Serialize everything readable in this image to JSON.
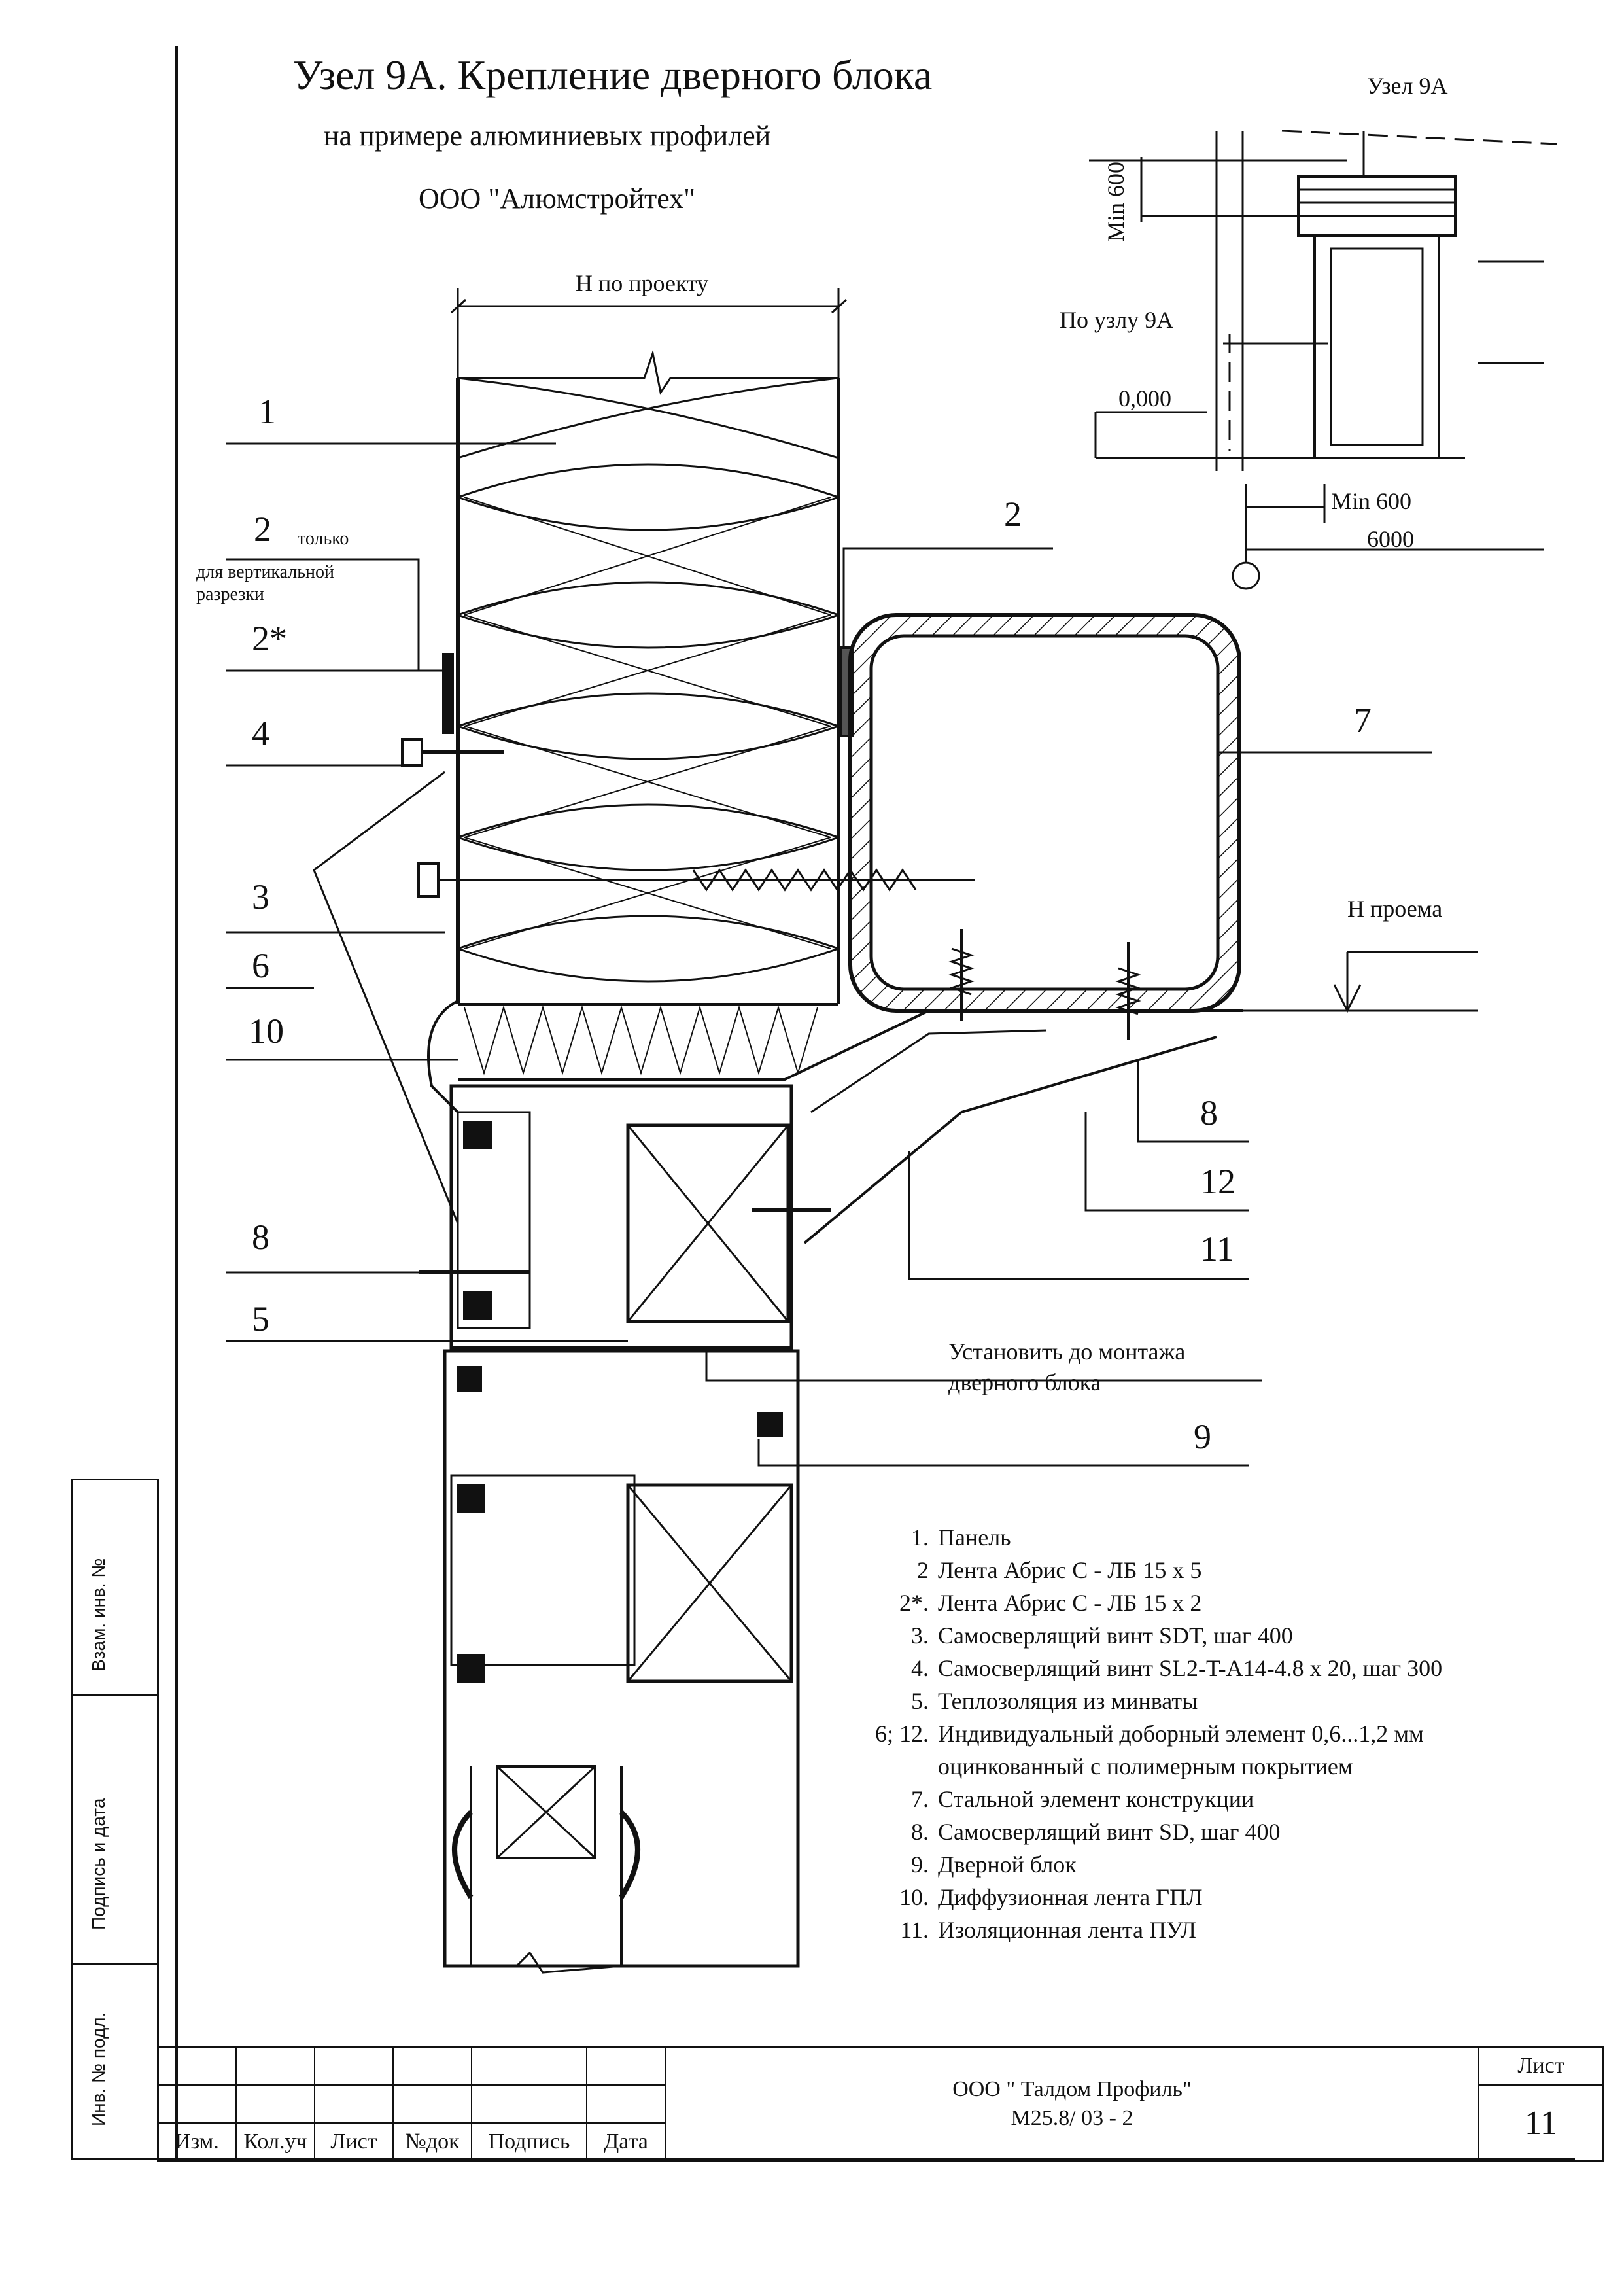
{
  "title": "Узел 9А. Крепление дверного блока",
  "subtitle": "на примере алюминиевых профилей",
  "company": "ООО \"Алюмстройтех\"",
  "dimensions": {
    "h_project": "Н по проекту",
    "h_opening": "Н проема",
    "min600_v": "Min 600",
    "min600_h": "Min 600",
    "zero": "0,000",
    "span": "6000",
    "by_node": "По узлу 9А",
    "node_ref": "Узел 9А"
  },
  "callouts": {
    "c1": "1",
    "c2_left": "2",
    "c2_only": "только",
    "c2_note": "для вертикальной разрезки",
    "c2star": "2*",
    "c4": "4",
    "c3": "3",
    "c6": "6",
    "c10": "10",
    "c8_left": "8",
    "c5": "5",
    "c2_right": "2",
    "c7": "7",
    "c8_right": "8",
    "c12": "12",
    "c11": "11",
    "c9": "9",
    "install_note_1": "Установить до монтажа",
    "install_note_2": "дверного блока"
  },
  "legend": [
    {
      "n": "1.",
      "text": "Панель"
    },
    {
      "n": "2",
      "text": "Лента Абрис С - ЛБ 15 х 5"
    },
    {
      "n": "2*.",
      "text": "Лента Абрис С - ЛБ 15 х 2"
    },
    {
      "n": "3.",
      "text": "Самосверлящий винт SDT, шаг 400"
    },
    {
      "n": "4.",
      "text": "Самосверлящий винт SL2-T-A14-4.8 х 20, шаг 300"
    },
    {
      "n": "5.",
      "text": "Теплозоляция из минваты"
    },
    {
      "n": "6; 12.",
      "text": "Индивидуальный доборный элемент 0,6...1,2 мм"
    },
    {
      "n": "",
      "text": "оцинкованный с полимерным покрытием"
    },
    {
      "n": "7.",
      "text": "Стальной элемент конструкции"
    },
    {
      "n": "8.",
      "text": "Самосверлящий винт SD, шаг 400"
    },
    {
      "n": "9.",
      "text": "Дверной блок"
    },
    {
      "n": "10.",
      "text": "Диффузионная лента ГПЛ"
    },
    {
      "n": "11.",
      "text": "Изоляционная лента ПУЛ"
    }
  ],
  "side": {
    "vzam": "Взам. инв. №",
    "podpis": "Подпись и дата",
    "inv": "Инв. № подл."
  },
  "stamp": {
    "izm": "Изм.",
    "kolch": "Кол.уч",
    "list": "Лист",
    "ndok": "№док",
    "podpis": "Подпись",
    "data": "Дата",
    "org": "ООО \" Талдом Профиль\"",
    "code": "М25.8/ 03 - 2",
    "sheet_label": "Лист",
    "sheet_no": "11"
  }
}
